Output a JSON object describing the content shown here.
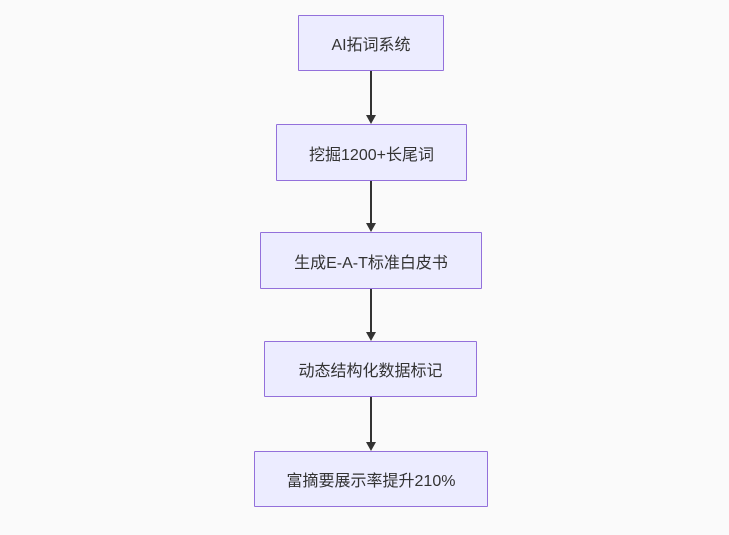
{
  "diagram": {
    "type": "flowchart",
    "direction": "top-down",
    "nodes": [
      {
        "id": "A",
        "label": "AI拓词系统"
      },
      {
        "id": "B",
        "label": "挖掘1200+长尾词"
      },
      {
        "id": "C",
        "label": "生成E-A-T标准白皮书"
      },
      {
        "id": "D",
        "label": "动态结构化数据标记"
      },
      {
        "id": "E",
        "label": "富摘要展示率提升210%"
      }
    ],
    "edges": [
      {
        "from": "A",
        "to": "B"
      },
      {
        "from": "B",
        "to": "C"
      },
      {
        "from": "C",
        "to": "D"
      },
      {
        "from": "D",
        "to": "E"
      }
    ],
    "colors": {
      "node_fill": "#ececff",
      "node_border": "#9370db",
      "arrow": "#333333",
      "text": "#333333",
      "background": "#fafafa"
    }
  }
}
